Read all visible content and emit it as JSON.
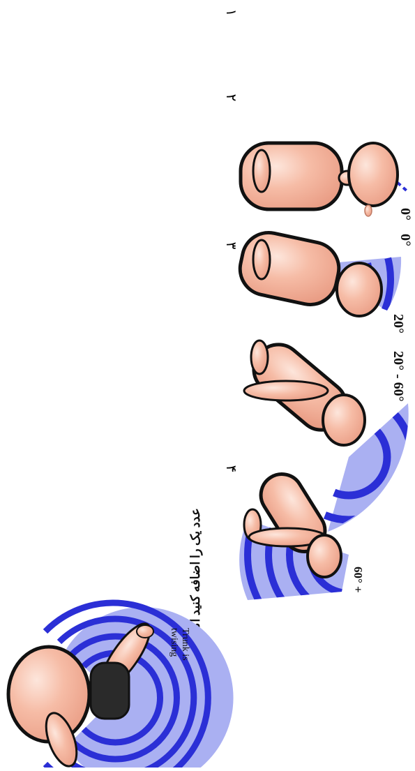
{
  "figure": {
    "score_labels": [
      "۱",
      "۲",
      "۳",
      "۴"
    ],
    "angle_labels": [
      "0°",
      "0°",
      "20°",
      "20° - 60°",
      "60° +"
    ],
    "twist_caption": "– عدد یک را اضافه کنید اگر تنه چرخش داشته باشد",
    "twist_label_lines": [
      "Trunk is",
      "twising"
    ]
  },
  "colors": {
    "skin": "#f4b39b",
    "skin_highlight": "#fde6dc",
    "outline": "#111111",
    "band_dark": "#2b2fd6",
    "band_light": "#aab0f2"
  }
}
